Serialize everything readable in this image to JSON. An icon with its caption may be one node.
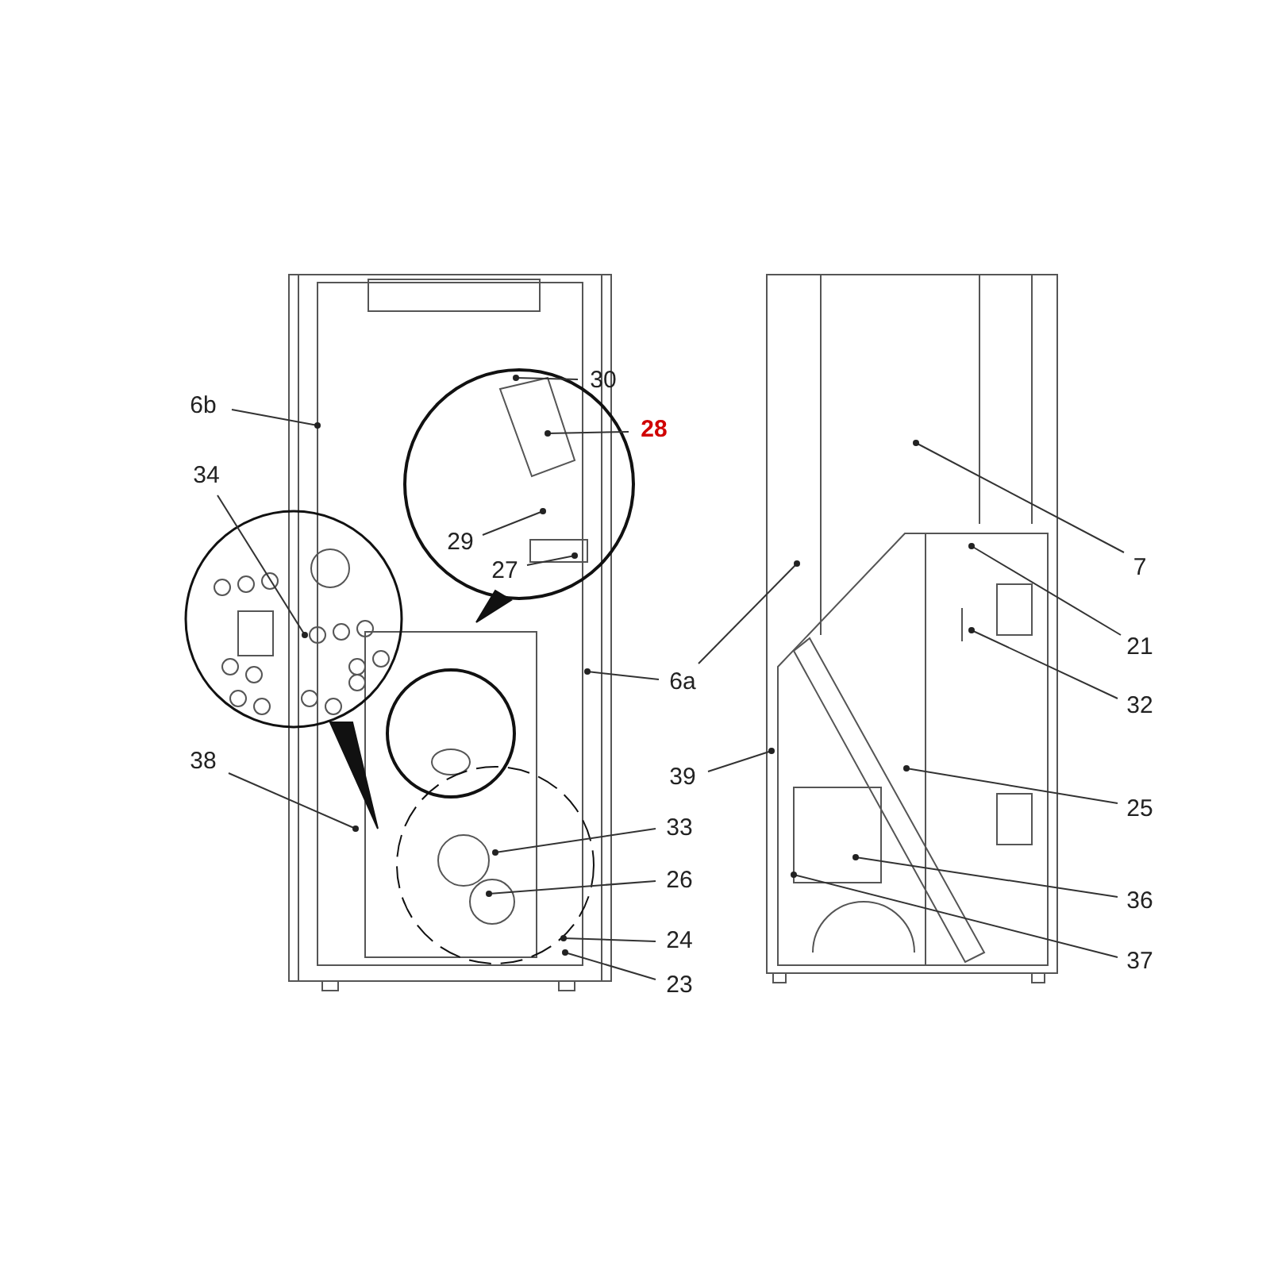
{
  "diagram": {
    "nodes": [
      {
        "text": [
          "6b"
        ]
      },
      {
        "text": [
          "30"
        ]
      },
      {
        "text": [
          "28"
        ]
      },
      {
        "text": [
          "34"
        ]
      },
      {
        "text": [
          "29"
        ]
      },
      {
        "text": [
          "27"
        ]
      },
      {
        "text": [
          "7"
        ]
      },
      {
        "text": [
          "21"
        ]
      },
      {
        "text": [
          "6a"
        ]
      },
      {
        "text": [
          "32"
        ]
      },
      {
        "text": [
          "38"
        ]
      },
      {
        "text": [
          "39"
        ]
      },
      {
        "text": [
          "25"
        ]
      },
      {
        "text": [
          "33"
        ]
      },
      {
        "text": [
          "26"
        ]
      },
      {
        "text": [
          "36"
        ]
      },
      {
        "text": [
          "24"
        ]
      },
      {
        "text": [
          "37"
        ]
      },
      {
        "text": [
          "23"
        ]
      }
    ],
    "edges": [
      {
        "from": 0,
        "to": null,
        "arrow": "other"
      },
      {
        "from": 1,
        "to": null,
        "arrow": "other"
      },
      {
        "from": 2,
        "to": null,
        "arrow": "other"
      },
      {
        "from": 3,
        "to": null,
        "arrow": "other"
      },
      {
        "from": 4,
        "to": null,
        "arrow": "other"
      },
      {
        "from": 5,
        "to": null,
        "arrow": "other"
      },
      {
        "from": 6,
        "to": null,
        "arrow": "other"
      },
      {
        "from": 7,
        "to": null,
        "arrow": "other"
      },
      {
        "from": 8,
        "to": null,
        "arrow": "other"
      },
      {
        "from": 8,
        "to": null,
        "arrow": "other"
      },
      {
        "from": 9,
        "to": null,
        "arrow": "other"
      },
      {
        "from": 10,
        "to": null,
        "arrow": "other"
      },
      {
        "from": 11,
        "to": null,
        "arrow": "other"
      },
      {
        "from": 12,
        "to": null,
        "arrow": "other"
      },
      {
        "from": 13,
        "to": null,
        "arrow": "other"
      },
      {
        "from": 14,
        "to": null,
        "arrow": "other"
      },
      {
        "from": 15,
        "to": null,
        "arrow": "other"
      },
      {
        "from": 16,
        "to": null,
        "arrow": "other"
      },
      {
        "from": 17,
        "to": null,
        "arrow": "other"
      },
      {
        "from": 18,
        "to": null,
        "arrow": "other"
      }
    ]
  }
}
